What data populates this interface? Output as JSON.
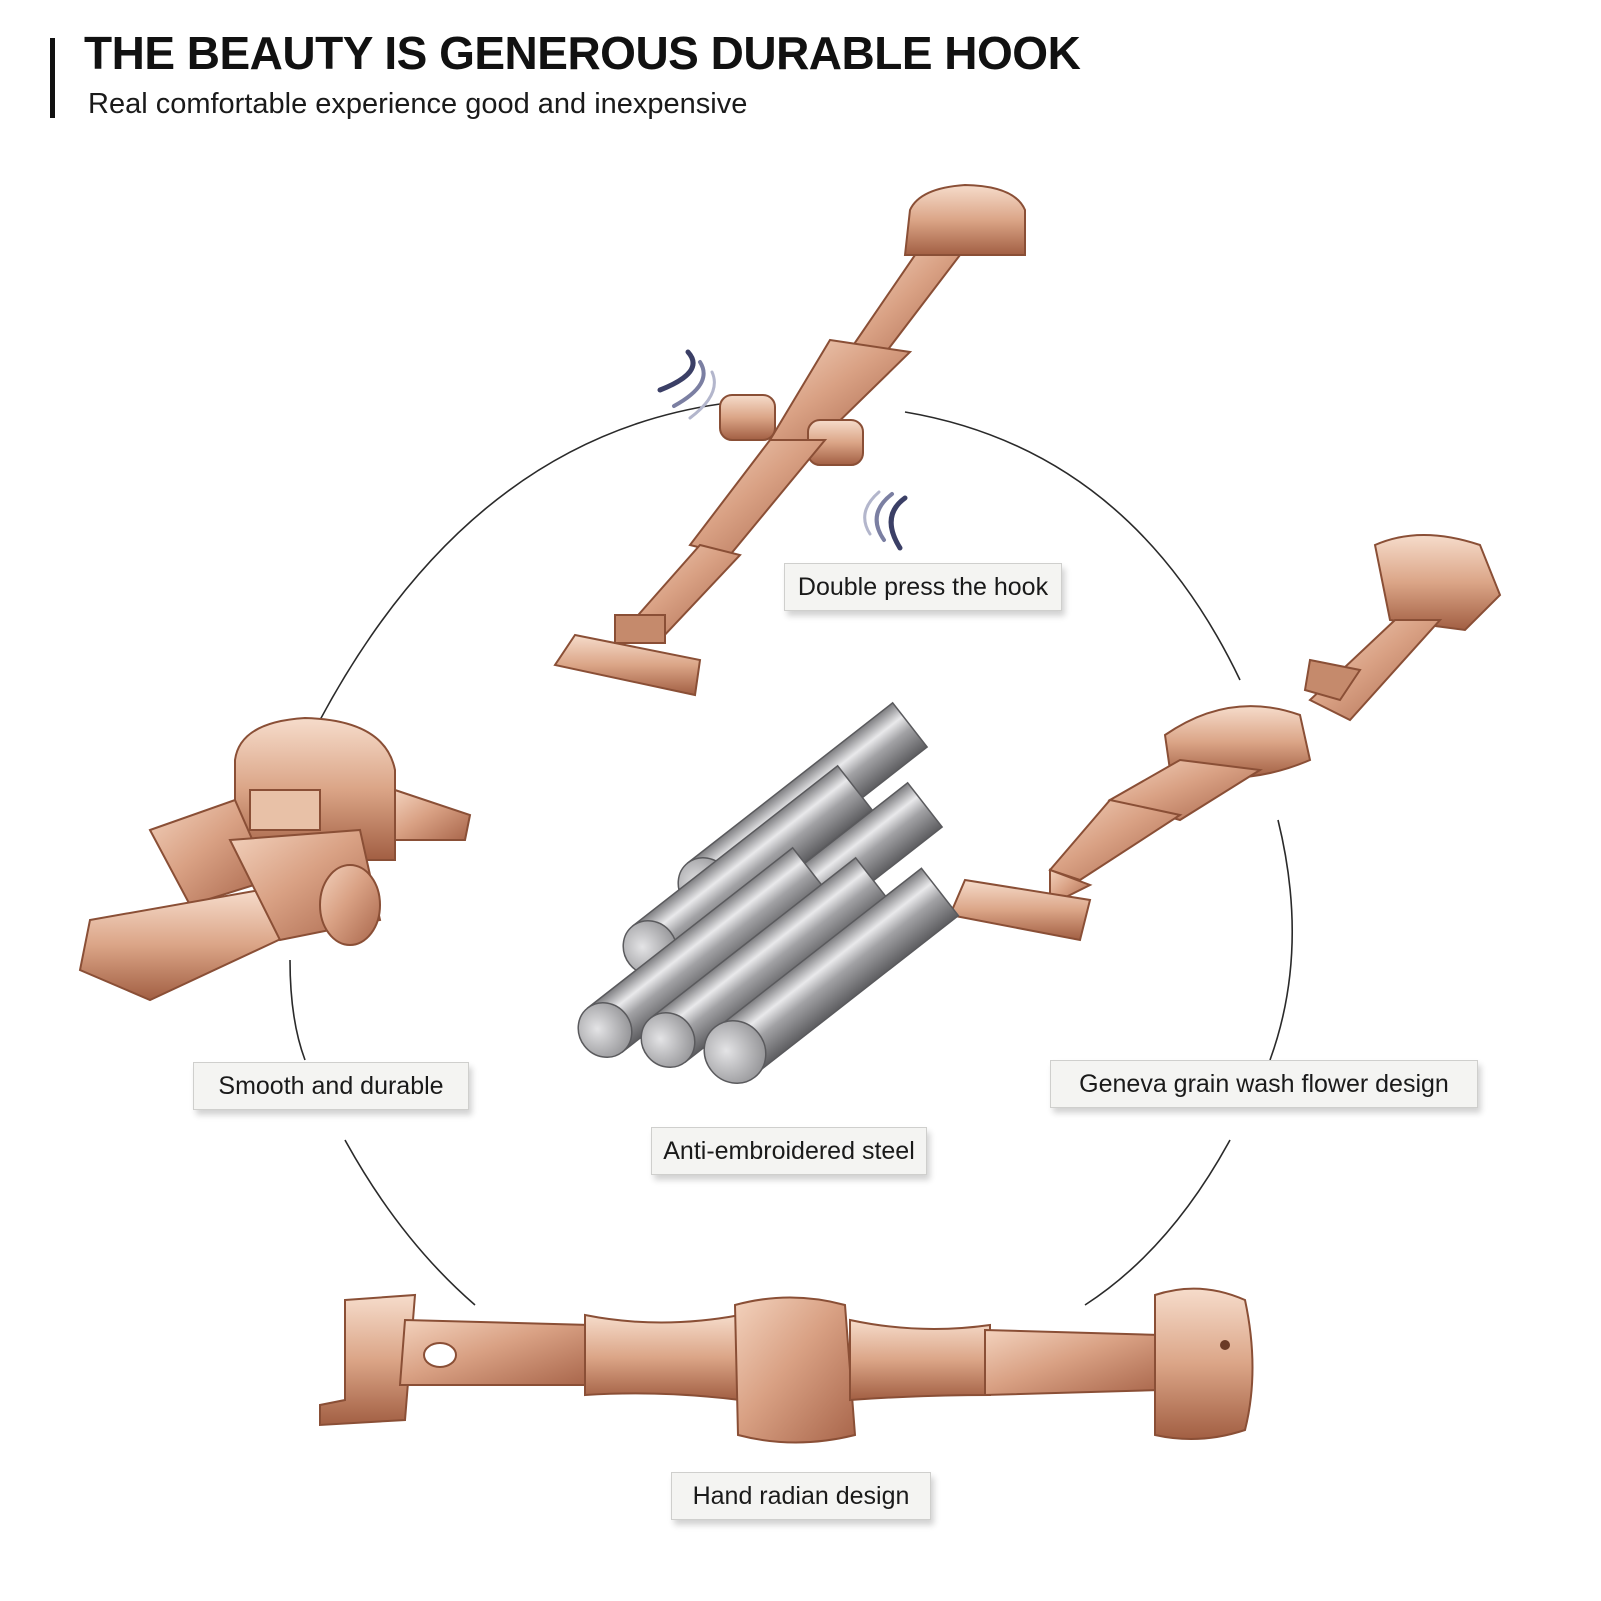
{
  "header": {
    "title": "THE BEAUTY IS GENEROUS DURABLE HOOK",
    "subtitle": "Real comfortable experience good and inexpensive"
  },
  "labels": {
    "double_press": "Double press the hook",
    "smooth_durable": "Smooth and durable",
    "geneva": "Geneva grain wash flower design",
    "anti_steel": "Anti-embroidered steel",
    "hand_radian": "Hand radian design"
  },
  "colors": {
    "rose_gold": "#d9a184",
    "rose_gold_dark": "#9c5a3e",
    "steel": "#b8b8ba"
  }
}
